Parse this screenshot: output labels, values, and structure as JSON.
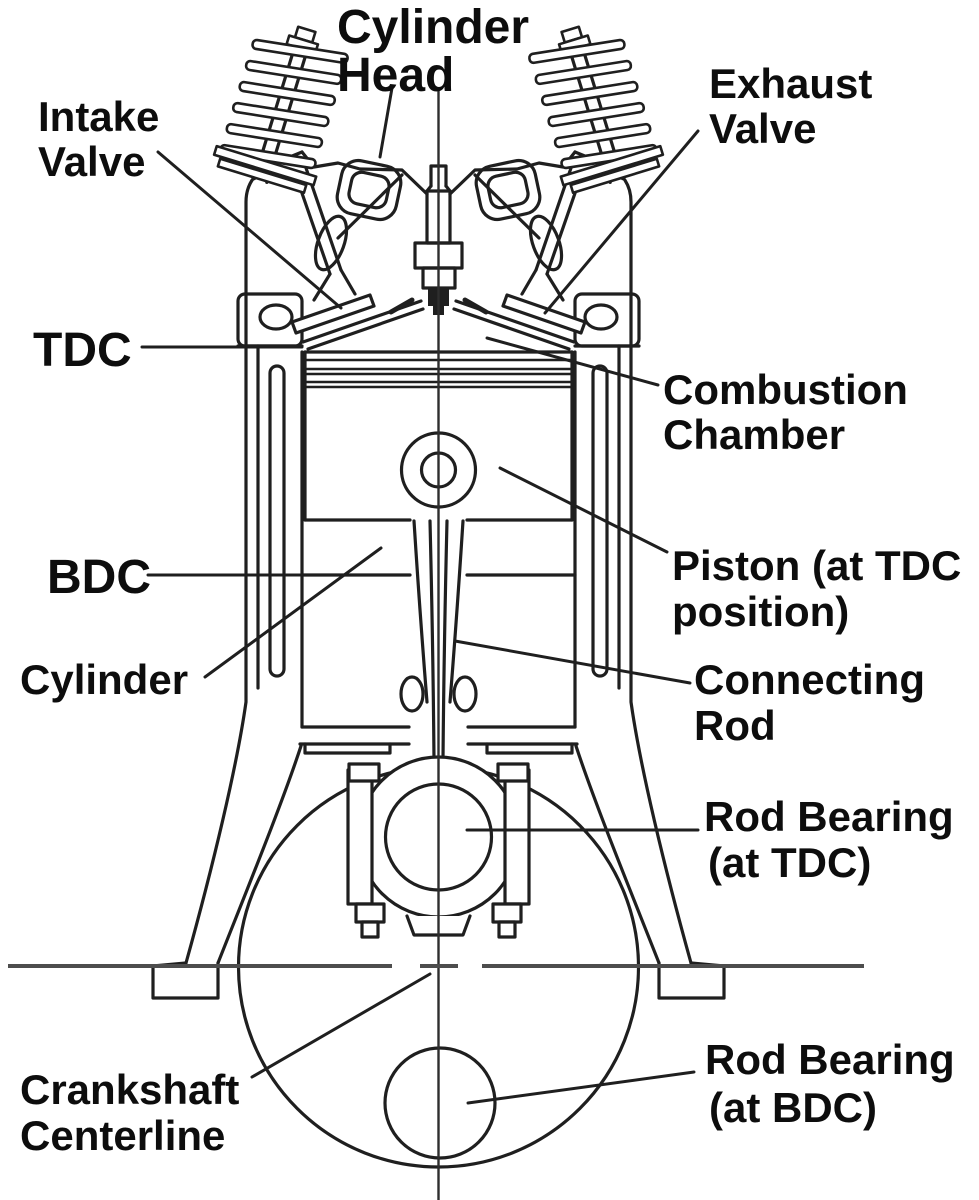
{
  "diagram": {
    "subject": "engine-cylinder-cross-section",
    "colors": {
      "background": "#ffffff",
      "line_art": "#1f1f1f",
      "centerline": "#4d4d4d",
      "text": "#0d0d0d"
    }
  },
  "labels": {
    "cylinder_head": {
      "line1": "Cylinder",
      "line2": "Head"
    },
    "intake_valve": {
      "line1": "Intake",
      "line2": "Valve"
    },
    "exhaust_valve": {
      "line1": "Exhaust",
      "line2": "Valve"
    },
    "tdc": {
      "line1": "TDC"
    },
    "combustion_chamber": {
      "line1": "Combustion",
      "line2": "Chamber"
    },
    "bdc": {
      "line1": "BDC"
    },
    "piston": {
      "line1": "Piston (at TDC",
      "line2": "position)"
    },
    "cylinder": {
      "line1": "Cylinder"
    },
    "connecting_rod": {
      "line1": "Connecting",
      "line2": "Rod"
    },
    "rod_bearing_tdc": {
      "line1": "Rod Bearing",
      "line2": "(at TDC)"
    },
    "crankshaft_centerline": {
      "line1": "Crankshaft",
      "line2": "Centerline"
    },
    "rod_bearing_bdc": {
      "line1": "Rod Bearing",
      "line2": "(at BDC)"
    }
  }
}
